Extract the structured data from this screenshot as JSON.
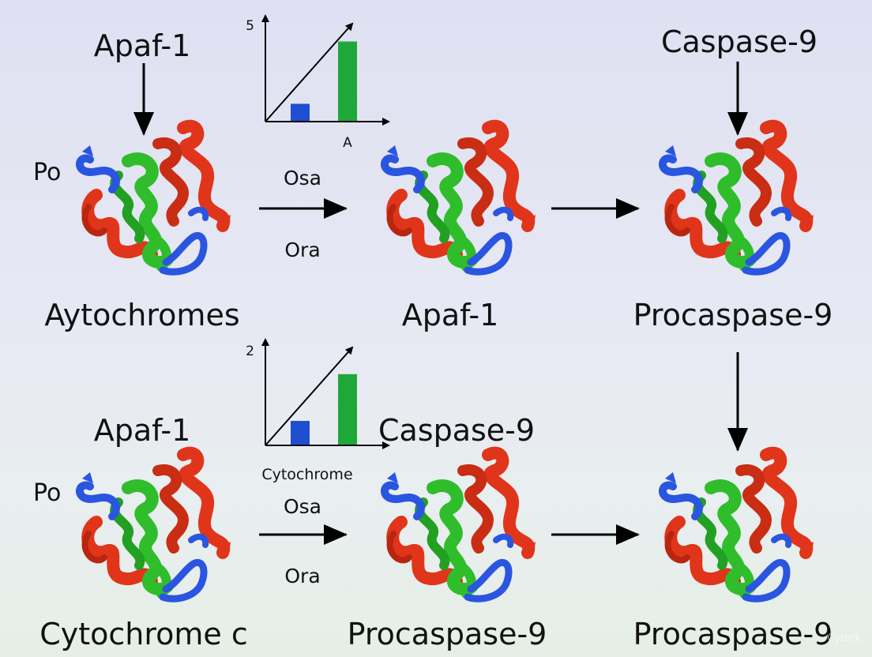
{
  "labels": {
    "top_left_input": "Apaf-1",
    "top_right_input": "Caspase-9",
    "po_top": "Po",
    "po_bottom": "Po",
    "protein_1": "Aytochromes",
    "protein_2": "Apaf-1",
    "protein_3": "Procaspase-9",
    "bottom_left_input": "Apaf-1",
    "bottom_mid_input": "Caspase-9",
    "protein_4": "Cytochrome c",
    "protein_5": "Procaspase-9",
    "protein_6": "Procaspase-9",
    "arrow_top_above": "Osa",
    "arrow_top_below": "Ora",
    "arrow_bottom_above": "Osa",
    "arrow_bottom_below": "Ora",
    "watermark": "Cytork"
  },
  "chart_data": [
    {
      "type": "bar",
      "categories": [
        "",
        "A"
      ],
      "values": [
        1,
        4.5
      ],
      "ytick": "5",
      "ylim": [
        0,
        5.5
      ],
      "colors": [
        "#1f4fd0",
        "#1fa83a"
      ],
      "trend_arrow": true
    },
    {
      "type": "bar",
      "categories": [
        "",
        ""
      ],
      "values": [
        0.55,
        1.6
      ],
      "ytick": "2",
      "xlabel": "Cytochrome",
      "ylim": [
        0,
        2.2
      ],
      "colors": [
        "#1f4fd0",
        "#1fa83a"
      ],
      "trend_arrow": true
    }
  ],
  "colors": {
    "helix_red": "#e0351a",
    "helix_green": "#2fbd2c",
    "coil_blue": "#2a55e0",
    "arrow": "#000000"
  }
}
